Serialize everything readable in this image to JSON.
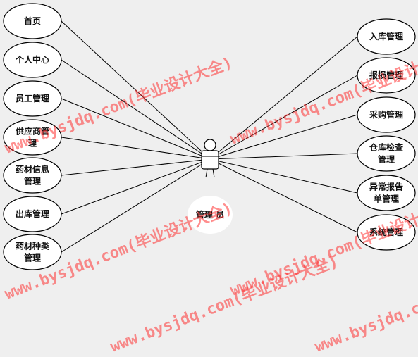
{
  "diagram": {
    "actor": {
      "label": "管理 员"
    },
    "left_nodes": [
      {
        "id": "home",
        "lines": [
          "首页"
        ]
      },
      {
        "id": "profile",
        "lines": [
          "个人中心"
        ]
      },
      {
        "id": "staff",
        "lines": [
          "员工管理"
        ]
      },
      {
        "id": "supplier",
        "lines": [
          "供应商管",
          "理"
        ]
      },
      {
        "id": "medinfo",
        "lines": [
          "药材信息",
          "管理"
        ]
      },
      {
        "id": "outbound",
        "lines": [
          "出库管理"
        ]
      },
      {
        "id": "medtype",
        "lines": [
          "药材种类",
          "管理"
        ]
      }
    ],
    "right_nodes": [
      {
        "id": "inbound",
        "lines": [
          "入库管理"
        ]
      },
      {
        "id": "damage",
        "lines": [
          "报损管理"
        ]
      },
      {
        "id": "purchase",
        "lines": [
          "采购管理"
        ]
      },
      {
        "id": "inspect",
        "lines": [
          "仓库检查",
          "管理"
        ]
      },
      {
        "id": "abnormal",
        "lines": [
          "异常报告",
          "单管理"
        ]
      },
      {
        "id": "system",
        "lines": [
          "系统管理"
        ]
      }
    ]
  },
  "watermark": {
    "text": "www.bysjdq.com(毕业设计大全)",
    "color": "#ff3333"
  }
}
